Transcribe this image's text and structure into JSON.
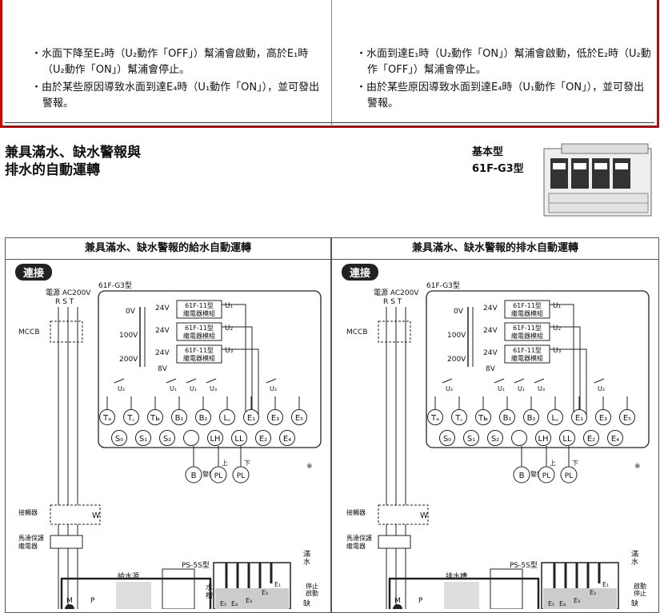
{
  "top": {
    "left_bullets": [
      "・水面下降至E₂時（U₂動作「OFF」）幫浦會啟動，高於E₁時（U₂動作「ON」）幫浦會停止。",
      "・由於某些原因導致水面到達E₄時（U₁動作「ON」），並可發出警報。"
    ],
    "right_bullets": [
      "・水面到達E₁時（U₂動作「ON」）幫浦會啟動，低於E₂時（U₂動作「OFF」）幫浦會停止。",
      "・由於某些原因導致水面到達E₄時（U₁動作「ON」），並可發出警報。"
    ]
  },
  "heading": {
    "line1": "兼具滿水、缺水警報與",
    "line2": "排水的自動運轉"
  },
  "model": {
    "type": "基本型",
    "name": "61F-G3型"
  },
  "panels": [
    {
      "title": "兼具滿水、缺水警報的給水自動運轉",
      "badge": "連接",
      "source_label": "給水源",
      "tank_label": "水槽",
      "mid1": "停止",
      "mid2": "啟動"
    },
    {
      "title": "兼具滿水、缺水警報的排水自動運轉",
      "badge": "連接",
      "source_label": "排水槽",
      "tank_label": "",
      "mid1": "啟動",
      "mid2": "停止"
    }
  ],
  "diagram": {
    "power": "電源 AC200V",
    "rst": "R  S  T",
    "mccb": "MCCB",
    "unit": "61F-G3型",
    "relay_label": "61F-11型",
    "relay_sub": "繼電器模組",
    "v24": "24V",
    "v8": "8V",
    "v0": "0V",
    "v100": "100V",
    "v200": "200V",
    "u1": "U₁",
    "u2": "U₂",
    "u3": "U₃",
    "top_terms": [
      "Ta",
      "Tc",
      "Tb",
      "B1",
      "B2",
      "Lc",
      "E1",
      "E3",
      "E5"
    ],
    "bot_terms": [
      "S0",
      "S1",
      "S2",
      "",
      "LH",
      "LL",
      "E2",
      "E4"
    ],
    "bell_b": "B",
    "bell_label": "警鈴",
    "pl": "PL",
    "up": "上",
    "down": "下",
    "note": "※",
    "contactor": "接觸器",
    "overload": "馬達保護繼電器",
    "ps": "PS-5S型",
    "full": "滿水",
    "low": "缺水",
    "m": "M",
    "p": "P",
    "w": "W",
    "e1": "E₁",
    "e2": "E₂",
    "e3": "E₃",
    "e4": "E₄",
    "e5": "E₅"
  }
}
